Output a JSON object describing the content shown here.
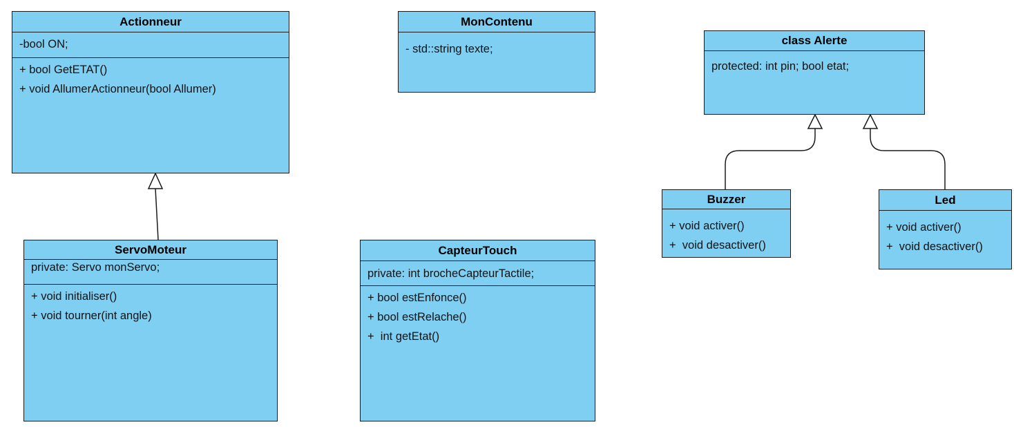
{
  "classes": {
    "actionneur": {
      "title": "Actionneur",
      "attributes": [
        "-bool ON;"
      ],
      "operations": [
        "+ bool GetETAT()",
        "+ void AllumerActionneur(bool Allumer)"
      ]
    },
    "moncontenu": {
      "title": "MonContenu",
      "attributes": [
        "- std::string texte;"
      ],
      "operations": []
    },
    "alerte": {
      "title": "class Alerte",
      "attributes": [
        "protected: int pin; bool etat;"
      ],
      "operations": []
    },
    "buzzer": {
      "title": "Buzzer",
      "attributes": [],
      "operations": [
        "+ void activer()",
        "+  void desactiver()"
      ]
    },
    "led": {
      "title": "Led",
      "attributes": [],
      "operations": [
        "+ void activer()",
        "+  void desactiver()"
      ]
    },
    "servomoteur": {
      "title": "ServoMoteur",
      "attributes": [
        "private: Servo monServo;"
      ],
      "operations": [
        "+ void initialiser()",
        "+ void tourner(int angle)"
      ]
    },
    "capteurtouch": {
      "title": "CapteurTouch",
      "attributes": [
        "private: int brocheCapteurTactile;"
      ],
      "operations": [
        "+ bool estEnfonce()",
        "+ bool estRelache()",
        "+  int getEtat()"
      ]
    }
  },
  "colors": {
    "class_fill": "#7ecff2",
    "border": "#1a1a1a"
  }
}
